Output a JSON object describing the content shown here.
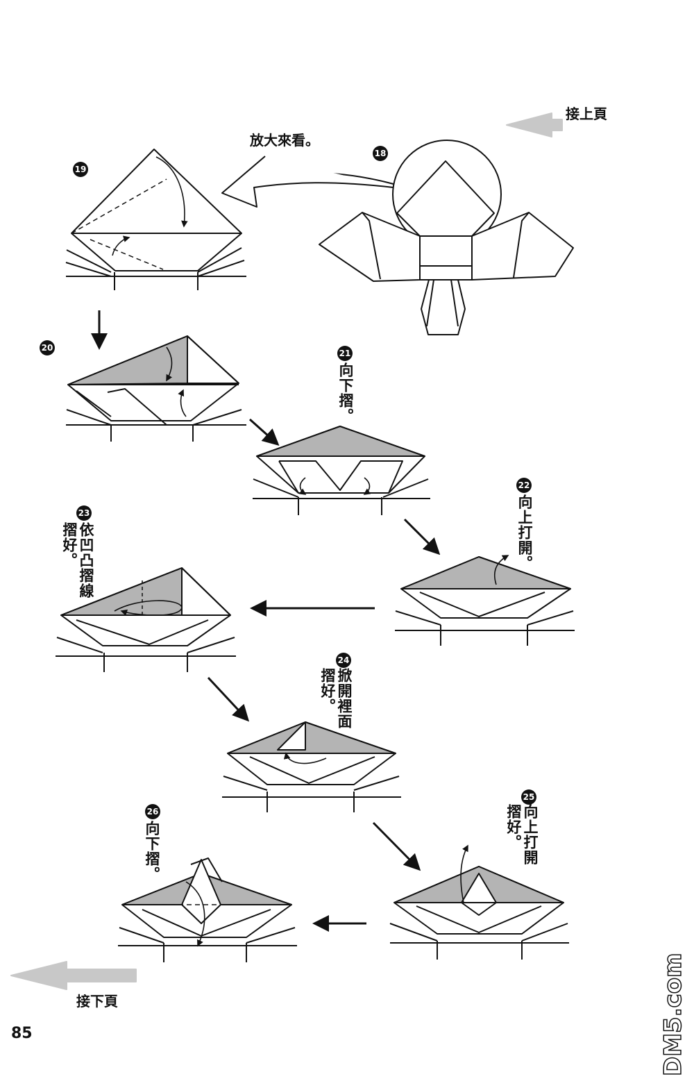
{
  "page": {
    "continue_from": "接上頁",
    "continue_to": "接下頁",
    "page_number": "85",
    "watermark": "DM5.com"
  },
  "steps": [
    {
      "num": "18",
      "text": "放大來看。"
    },
    {
      "num": "19",
      "text": ""
    },
    {
      "num": "20",
      "text": ""
    },
    {
      "num": "21",
      "text": "向下摺。"
    },
    {
      "num": "22",
      "text": "向上打開。"
    },
    {
      "num": "23",
      "text": "依凹凸摺線摺好。"
    },
    {
      "num": "24",
      "text": "掀開裡面摺好。"
    },
    {
      "num": "25",
      "text": "向上打開摺好。"
    },
    {
      "num": "26",
      "text": "向下摺。"
    }
  ],
  "colors": {
    "ink": "#111111",
    "shade": "#b4b4b4",
    "hint_arrow": "#c8c8c8",
    "paper": "#ffffff"
  }
}
